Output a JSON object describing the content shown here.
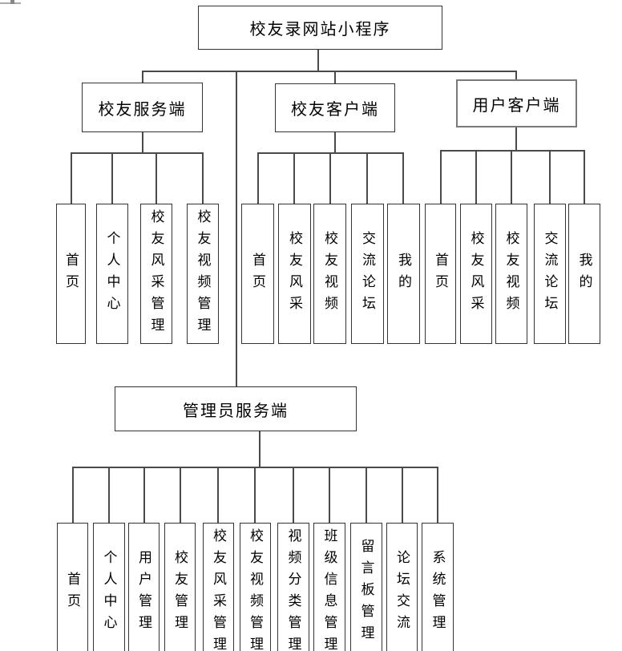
{
  "diagram": {
    "root": {
      "label": "校友录网站小程序"
    },
    "branches": [
      {
        "label": "校友服务端",
        "children": [
          "首页",
          "个人中心",
          "校友风采管理",
          "校友视频管理"
        ]
      },
      {
        "label": "校友客户端",
        "children": [
          "首页",
          "校友风采",
          "校友视频",
          "交流论坛",
          "我的"
        ]
      },
      {
        "label": "用户客户端",
        "children": [
          "首页",
          "校友风采",
          "校友视频",
          "交流论坛",
          "我的"
        ]
      },
      {
        "label": "管理员服务端",
        "children": [
          "首页",
          "个人中心",
          "用户管理",
          "校友管理",
          "校友风采管理",
          "校友视频管理",
          "视频分类管理",
          "班级信息管理",
          "留言板管理",
          "论坛交流",
          "系统管理"
        ]
      }
    ],
    "colors": {
      "line": "#4a4a4a",
      "box_border": "#333333",
      "user_client_border": "#7a7a7a",
      "background": "#ffffff",
      "text": "#000000"
    }
  }
}
